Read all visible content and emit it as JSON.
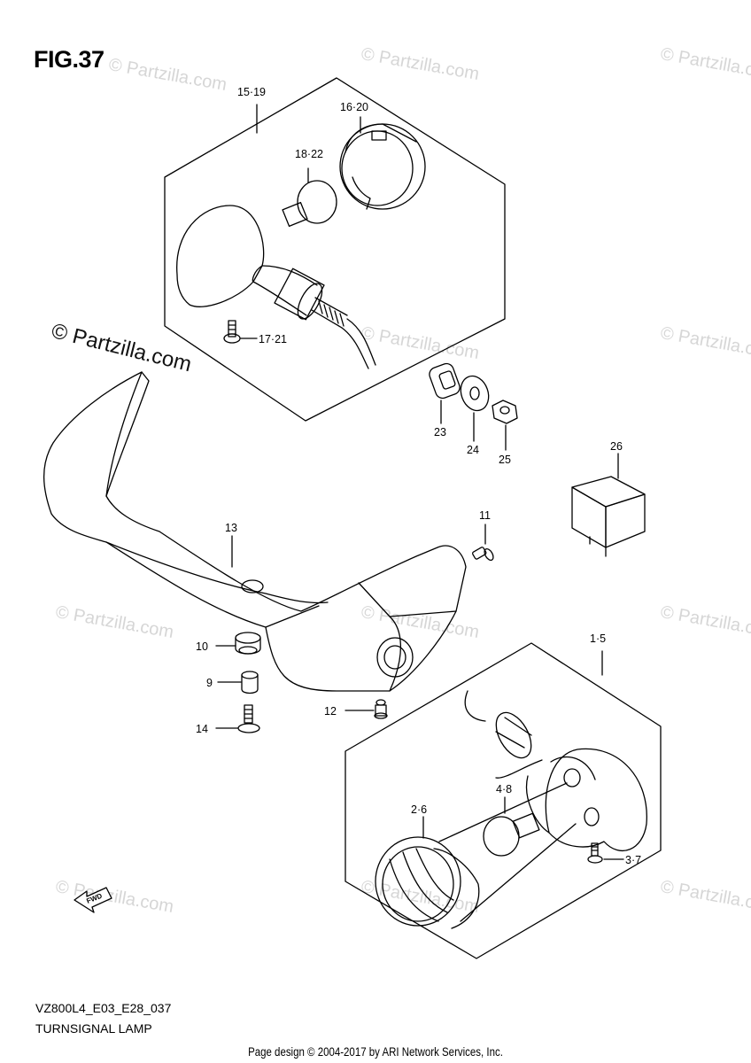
{
  "figure": {
    "title": "FIG.37"
  },
  "watermark": {
    "text": "© Partzilla.com",
    "main_text_line1": "© Partzilla",
    "main_text_line2": ".com"
  },
  "callouts": {
    "c15_19": "15·19",
    "c16_20": "16·20",
    "c18_22": "18·22",
    "c17_21": "17·21",
    "c23": "23",
    "c24": "24",
    "c25": "25",
    "c26": "26",
    "c11": "11",
    "c13": "13",
    "c10": "10",
    "c9": "9",
    "c14": "14",
    "c12": "12",
    "c1_5": "1·5",
    "c4_8": "4·8",
    "c2_6": "2·6",
    "c3_7": "3·7",
    "fwd": "FWD"
  },
  "footer": {
    "model_code": "VZ800L4_E03_E28_037",
    "caption": "TURNSIGNAL LAMP",
    "credit": "Page design © 2004-2017 by ARI Network Services, Inc."
  }
}
